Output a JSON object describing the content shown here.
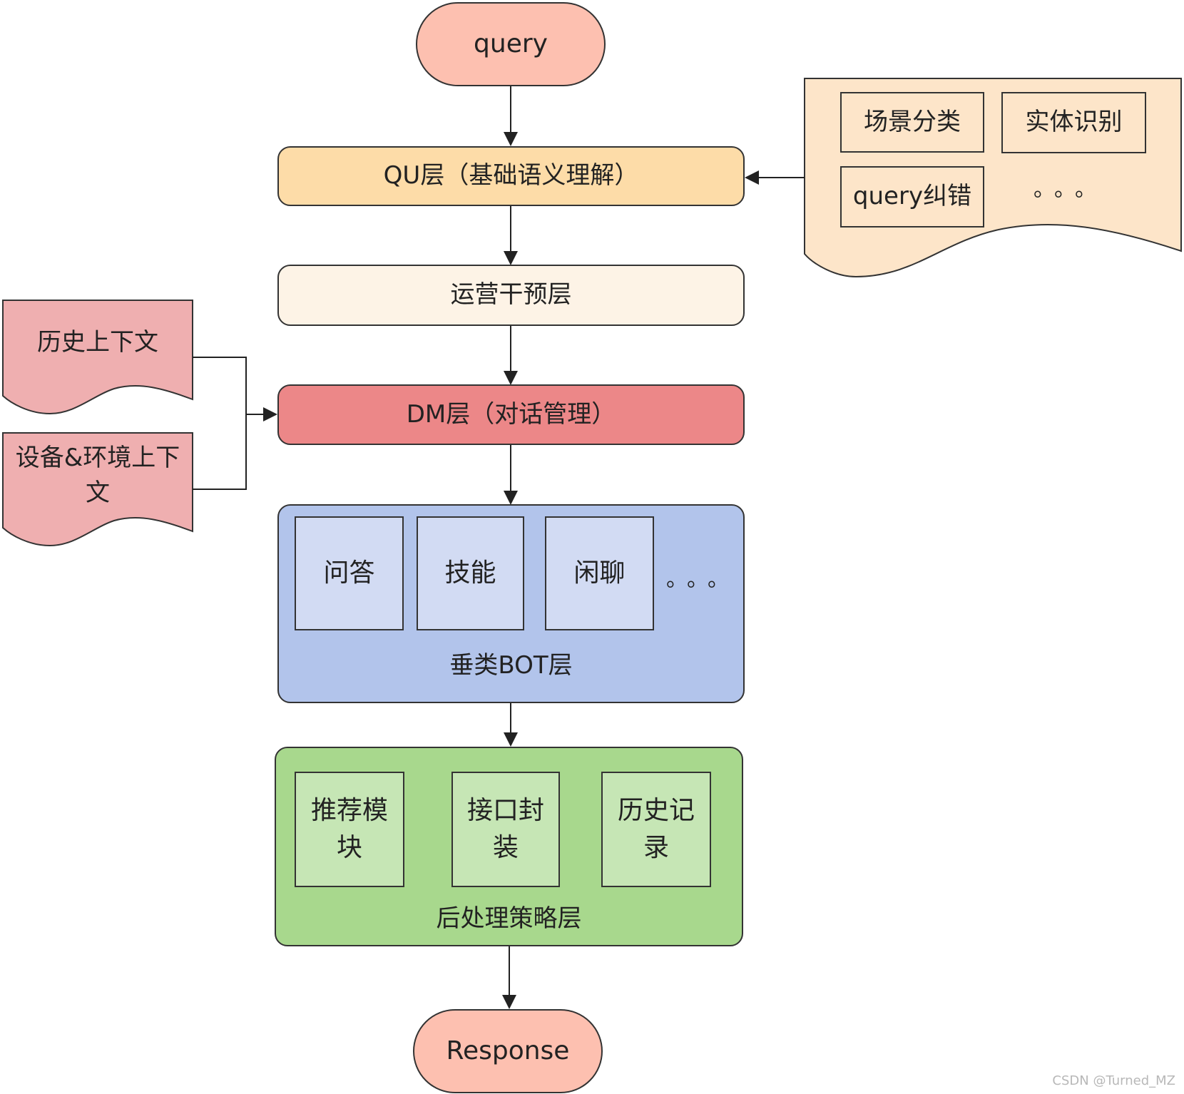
{
  "colors": {
    "terminal": "#fdc0b0",
    "qu": "#fddca8",
    "ops": "#fdf3e6",
    "dm": "#ec8788",
    "bot": "#b2c4eb",
    "bot_inner": "#d2dbf3",
    "post": "#a8d88d",
    "post_inner": "#c6e6b5",
    "qu_doc": "#fde5c9",
    "context_doc": "#efafb0",
    "stroke": "#333333"
  },
  "nodes": {
    "query": "query",
    "qu": "QU层（基础语义理解）",
    "ops": "运营干预层",
    "dm": "DM层（对话管理）",
    "bot": {
      "title": "垂类BOT层",
      "items": [
        "问答",
        "技能",
        "闲聊"
      ],
      "more": "。。。"
    },
    "post": {
      "title": "后处理策略层",
      "items": [
        "推荐模块",
        "接口封装",
        "历史记录"
      ]
    },
    "response": "Response"
  },
  "qu_doc": {
    "items": [
      "场景分类",
      "实体识别",
      "query纠错"
    ],
    "more": "。。。"
  },
  "context_docs": [
    "历史上下文",
    "设备&环境上下文"
  ],
  "watermark": "CSDN @Turned_MZ"
}
